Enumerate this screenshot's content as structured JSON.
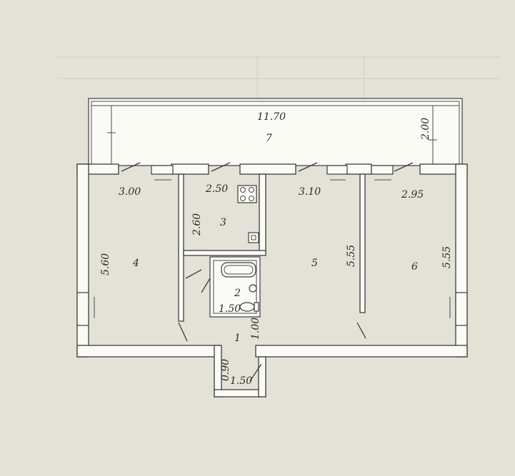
{
  "dimensions": {
    "balcony_length": "11.70",
    "balcony_width": "2.00",
    "room4_width": "3.00",
    "room4_length": "5.60",
    "kitchen_width": "2.50",
    "kitchen_length": "2.60",
    "room5_width": "3.10",
    "room5_length": "5.55",
    "room6_width": "2.95",
    "room6_length": "5.55",
    "bath_width": "1.50",
    "corridor_width": "1.00",
    "vestibule_depth": "0.90",
    "vestibule_width": "1.50"
  },
  "rooms": {
    "corridor": "1",
    "bathroom": "2",
    "kitchen": "3",
    "room_left": "4",
    "room_middle": "5",
    "room_right": "6",
    "balcony": "7"
  }
}
